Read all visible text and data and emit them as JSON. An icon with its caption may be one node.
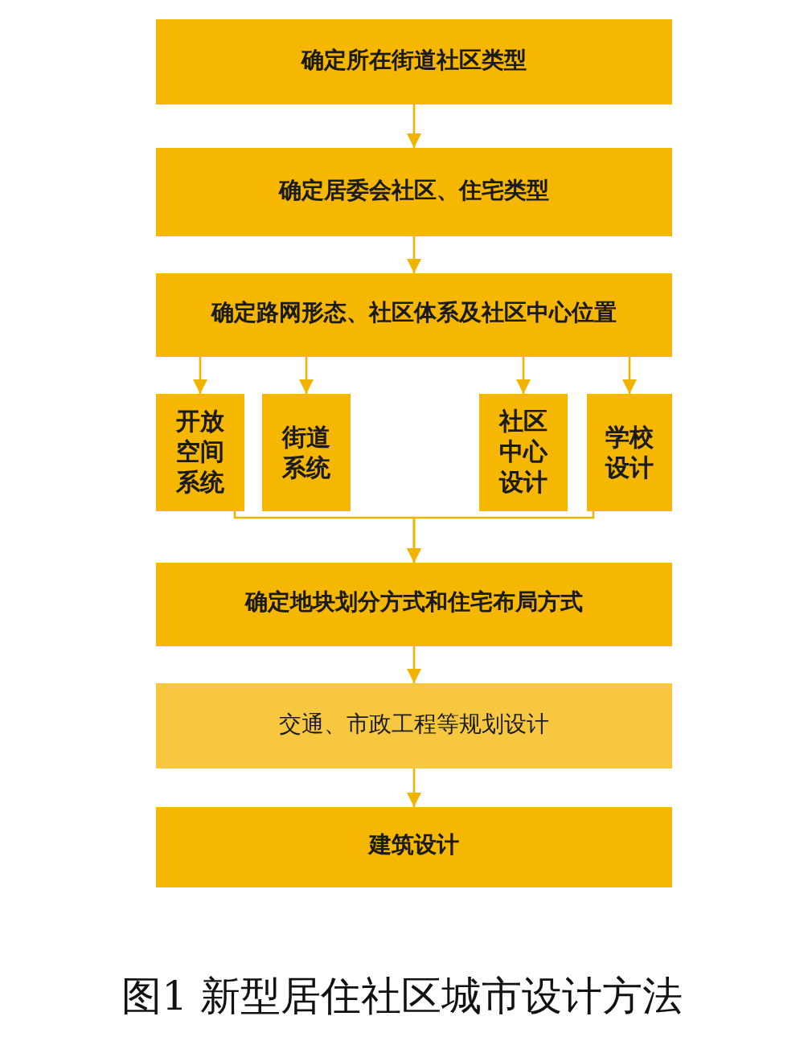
{
  "diagram": {
    "caption": "图1 新型居住社区城市设计方法",
    "nodes": [
      {
        "text": [
          "确定所在街道社区类型"
        ]
      },
      {
        "text": [
          "确定居委会社区、住宅类型"
        ]
      },
      {
        "text": [
          "确定路网形态、社区体系及社区中心位置"
        ]
      },
      {
        "text": [
          "开放空间系统"
        ]
      },
      {
        "text": [
          "街道系统"
        ]
      },
      {
        "text": [
          "社区中心设计"
        ]
      },
      {
        "text": [
          "学校设计"
        ]
      },
      {
        "text": [
          "确定地块划分方式和住宅布局方式"
        ]
      },
      {
        "text": [
          "交通、市政工程等规划设计"
        ]
      },
      {
        "text": [
          "建筑设计"
        ]
      }
    ],
    "edges": [
      {
        "from": 0,
        "to": 1,
        "arrow": "to"
      },
      {
        "from": 1,
        "to": 2,
        "arrow": "to"
      },
      {
        "from": 2,
        "to": 3,
        "arrow": "to"
      },
      {
        "from": 2,
        "to": 4,
        "arrow": "to"
      },
      {
        "from": 2,
        "to": 5,
        "arrow": "to"
      },
      {
        "from": 2,
        "to": 6,
        "arrow": "to"
      },
      {
        "from": 3,
        "to": 7,
        "arrow": "to"
      },
      {
        "from": 6,
        "to": 7,
        "arrow": "to"
      },
      {
        "from": 7,
        "to": 8,
        "arrow": "to"
      },
      {
        "from": 8,
        "to": 9,
        "arrow": "to"
      }
    ]
  }
}
